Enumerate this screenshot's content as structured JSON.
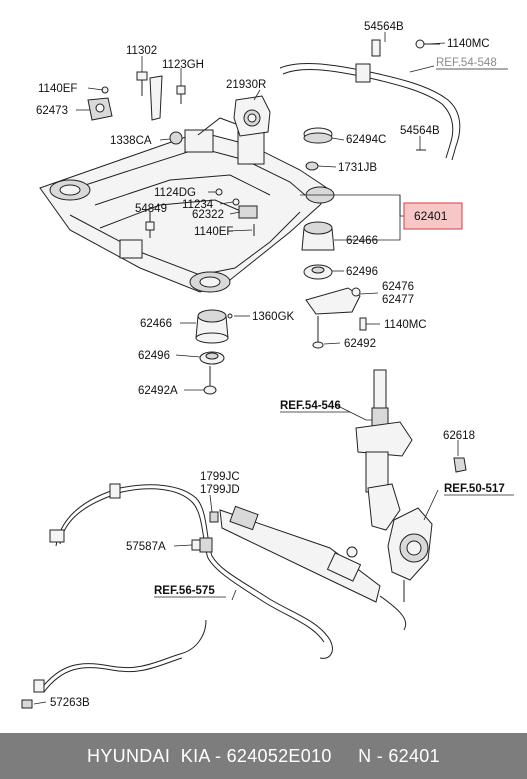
{
  "labels": {
    "p54564B_top": "54564B",
    "p1140MC_top": "1140MC",
    "ref_54_548": "REF.54-548",
    "p11302": "11302",
    "p1123GH": "1123GH",
    "p1140EF_top": "1140EF",
    "p21930R": "21930R",
    "p62473": "62473",
    "p62494C": "62494C",
    "p54564B_mid": "54564B",
    "p1338CA": "1338CA",
    "p1731JB": "1731JB",
    "p1124DG": "1124DG",
    "p11234": "11234",
    "p54849": "54849",
    "p62322": "62322",
    "p62401": "62401",
    "p1140EF_mid": "1140EF",
    "p62466_right": "62466",
    "p62496_right": "62496",
    "p62476": "62476",
    "p62477": "62477",
    "p62466_left": "62466",
    "p1360GK": "1360GK",
    "p1140MC_mid": "1140MC",
    "p62492": "62492",
    "p62496_left": "62496",
    "p62492A": "62492A",
    "ref_54_546": "REF.54-546",
    "p62618": "62618",
    "p1799JC": "1799JC",
    "p1799JD": "1799JD",
    "ref_50_517": "REF.50-517",
    "p57587A": "57587A",
    "ref_56_575": "REF.56-575",
    "p57263B": "57263B"
  },
  "highlight_color": "#f7c6c6",
  "footer": {
    "text": "HYUNDAI  KIA - 624052E010     N - 62401"
  }
}
